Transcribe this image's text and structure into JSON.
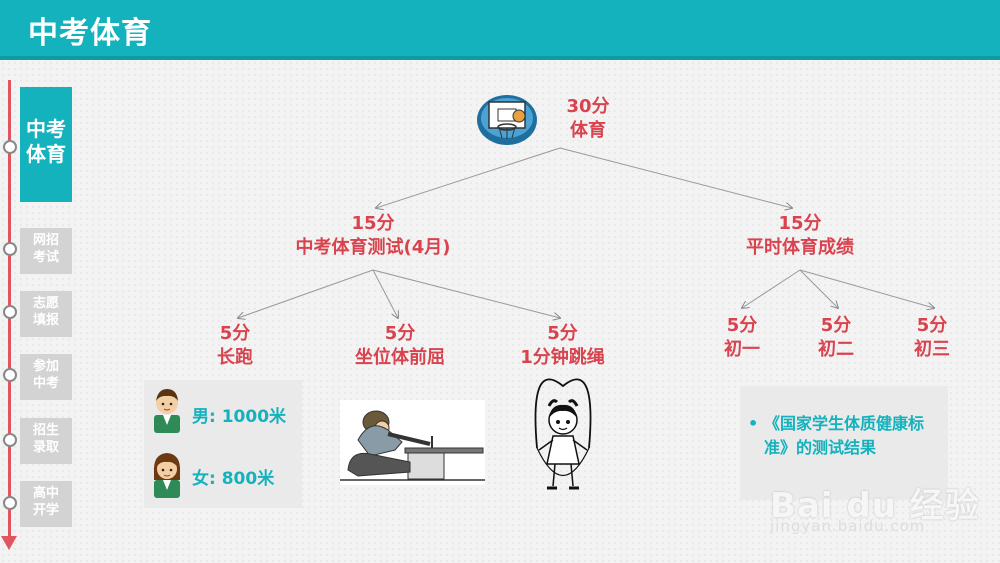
{
  "header": {
    "title": "中考体育"
  },
  "sidebar": {
    "items": [
      {
        "label": "中考\n体育",
        "active": true
      },
      {
        "label": "网招\n考试",
        "active": false
      },
      {
        "label": "志愿\n填报",
        "active": false
      },
      {
        "label": "参加\n中考",
        "active": false
      },
      {
        "label": "招生\n录取",
        "active": false
      },
      {
        "label": "高中\n开学",
        "active": false
      }
    ]
  },
  "tree": {
    "root": {
      "score": "30分",
      "label": "体育",
      "icon": "basketball-hoop-icon"
    },
    "left": {
      "score": "15分",
      "label": "中考体育测试(4月)"
    },
    "right": {
      "score": "15分",
      "label": "平时体育成绩"
    },
    "test_items": [
      {
        "score": "5分",
        "label": "长跑"
      },
      {
        "score": "5分",
        "label": "坐位体前屈"
      },
      {
        "score": "5分",
        "label": "1分钟跳绳"
      }
    ],
    "grades": [
      {
        "score": "5分",
        "label": "初一"
      },
      {
        "score": "5分",
        "label": "初二"
      },
      {
        "score": "5分",
        "label": "初三"
      }
    ]
  },
  "run_info": {
    "male": "男: 1000米",
    "female": "女: 800米"
  },
  "standard": {
    "bullet": "•",
    "text": "《国家学生体质健康标准》的测试结果"
  },
  "colors": {
    "accent": "#13b2bd",
    "node_text": "#d9434e",
    "timeline": "#e05560"
  },
  "watermark": {
    "brand": "Bai du 经验",
    "url": "jingyan.baidu.com"
  }
}
